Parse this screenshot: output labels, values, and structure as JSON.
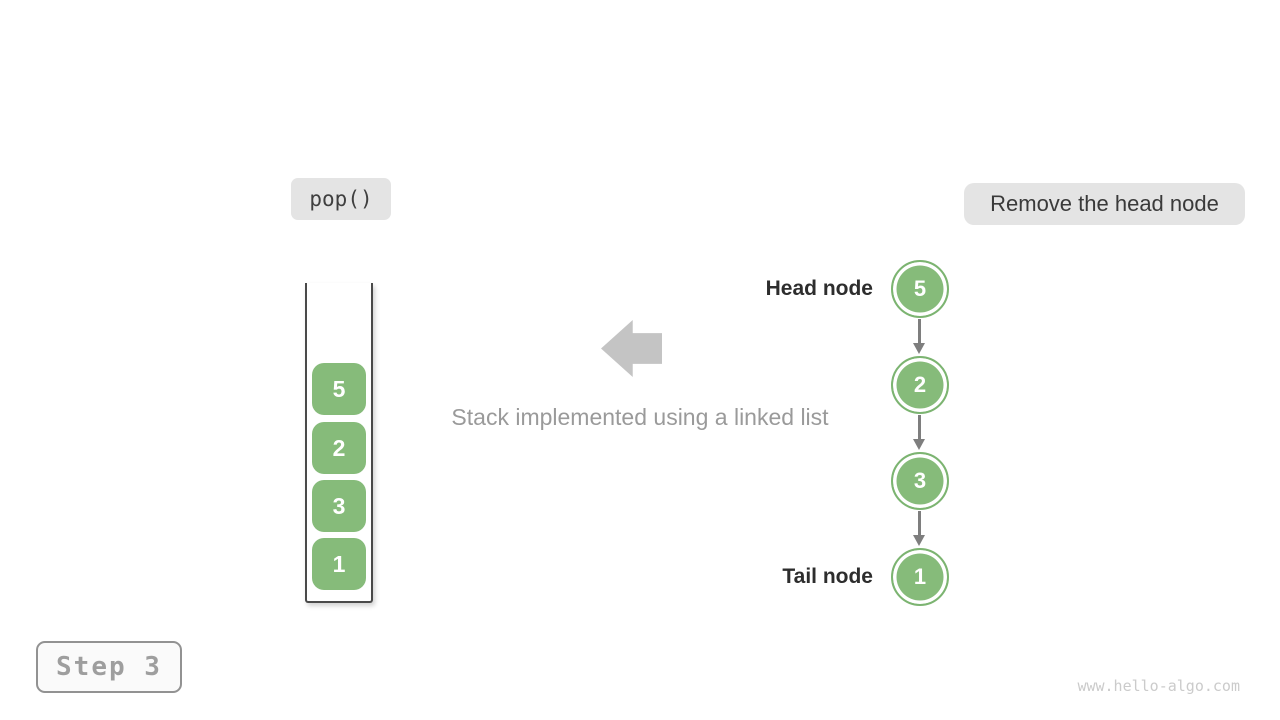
{
  "operation_label": "pop()",
  "action_label": "Remove the head node",
  "caption": "Stack implemented using a linked list",
  "step_label": "Step 3",
  "watermark": "www.hello-algo.com",
  "stack": {
    "values_top_to_bottom": [
      "5",
      "2",
      "3",
      "1"
    ]
  },
  "linked_list": {
    "head_label": "Head node",
    "tail_label": "Tail node",
    "nodes_head_to_tail": [
      "5",
      "2",
      "3",
      "1"
    ]
  },
  "colors": {
    "node_green": "#86BB7A",
    "node_ring_green": "#7CB471",
    "label_bg": "#E4E4E4",
    "dark_text": "#3A3A3A",
    "bold_label_text": "#2D2D2D",
    "muted_text": "#9A9A9A",
    "block_arrow_gray": "#C4C4C4",
    "link_arrow_gray": "#7E7E7E",
    "container_border": "#4A4A4A",
    "step_text": "#9E9E9E",
    "watermark_text": "#CBCBCB"
  }
}
